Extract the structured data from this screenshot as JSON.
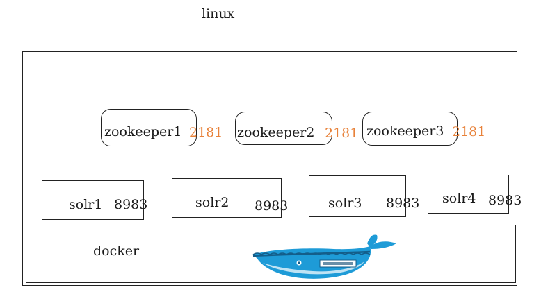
{
  "title": "linux",
  "zookeepers": [
    {
      "name": "zookeeper1",
      "port": "2181"
    },
    {
      "name": "zookeeper2",
      "port": "2181"
    },
    {
      "name": "zookeeper3",
      "port": "2181"
    }
  ],
  "solrs": [
    {
      "name": "solr1",
      "port": "8983"
    },
    {
      "name": "solr2",
      "port": "8983"
    },
    {
      "name": "solr3",
      "port": "8983"
    },
    {
      "name": "solr4",
      "port": "8983"
    }
  ],
  "docker": {
    "label": "docker",
    "logo_icon": "docker-whale-icon"
  },
  "colors": {
    "port_accent": "#e8823a",
    "whale_blue": "#1e9bd7",
    "whale_dark": "#145e8a"
  }
}
